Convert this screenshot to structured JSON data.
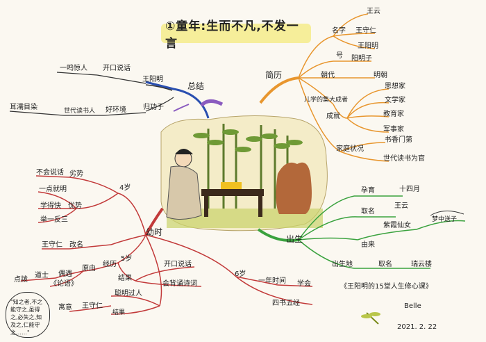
{
  "title": "①童年:生而不凡,不发一言",
  "center_image_alt": "王阳明幼年读书图",
  "branches": {
    "jianli": {
      "label": "简历",
      "mingzi": "名字",
      "wangyun": "王云",
      "wangshouren": "王守仁",
      "wangyangming": "王阳明",
      "hao": "号",
      "yangmingzi": "阳明子",
      "chaodai": "朝代",
      "mingchao": "明朝",
      "jidacheng": "儿学的集大成者",
      "chengjiu": "成就",
      "sixiangjia": "思想家",
      "wenxuejia": "文学家",
      "jiaoyujia": "教育家",
      "junshijia": "军事家",
      "jiating": "家庭状况",
      "shuxiang": "书香门第",
      "shidai": "世代读书为官"
    },
    "chusheng": {
      "label": "出生",
      "yunyu": "孕育",
      "shisiyue": "十四月",
      "quming": "取名",
      "wangyun": "王云",
      "youlai": "由来",
      "ziyu": "紫霞仙女",
      "mengzhong": "梦中送子",
      "chushengdi": "出生地",
      "quming2": "取名",
      "ruiyunlou": "瑞云楼"
    },
    "youshi": {
      "label": "幼时",
      "sisui": "4岁",
      "wusui": "5岁",
      "liusui": "6岁",
      "lieshi": "劣势",
      "youshi": "优势",
      "buhuishuohua": "不会说话",
      "yidianjiuming": "一点就明",
      "xuedekuai": "学得快",
      "juyifansan": "举一反三",
      "gaiming": "改名",
      "wangshouren": "王守仁",
      "jingli": "经历",
      "yuanyin": "原由",
      "oyu": "偶遇",
      "daoshi": "道士",
      "dianbo": "点拨",
      "lunyu": "《论语》",
      "yuyi": "寓意",
      "jieguo": "结果",
      "kaikoushuohua": "开口说话",
      "huibeishi": "会背诵诗词",
      "congmingguozhi": "聪明过人",
      "wangshouren2": "王守仁",
      "yinianshijian": "一年时间",
      "xuehui": "学会",
      "sishuwujing": "四书五经",
      "quote": "\"知之者,不之能守之,虽得之,必失之,知及之,仁能守之……\""
    },
    "zongjie": {
      "label": "总结",
      "wangyangming": "王阳明",
      "yimingjingren": "一鸣惊人",
      "kaikoushuohua": "开口说话",
      "guiyin": "归功于",
      "haohuanjing": "好环境",
      "shidai": "世代读书人",
      "erru": "耳濡目染"
    }
  },
  "footer": {
    "course": "《王阳明的15堂人生修心课》",
    "author": "Belle",
    "date": "2021. 2. 22"
  },
  "colors": {
    "orange": "#e8962e",
    "green": "#3aa23e",
    "red": "#c23a3a",
    "blue": "#2a4fb0",
    "purple": "#8a5bbf",
    "title_bg": "#f6ee9a"
  }
}
